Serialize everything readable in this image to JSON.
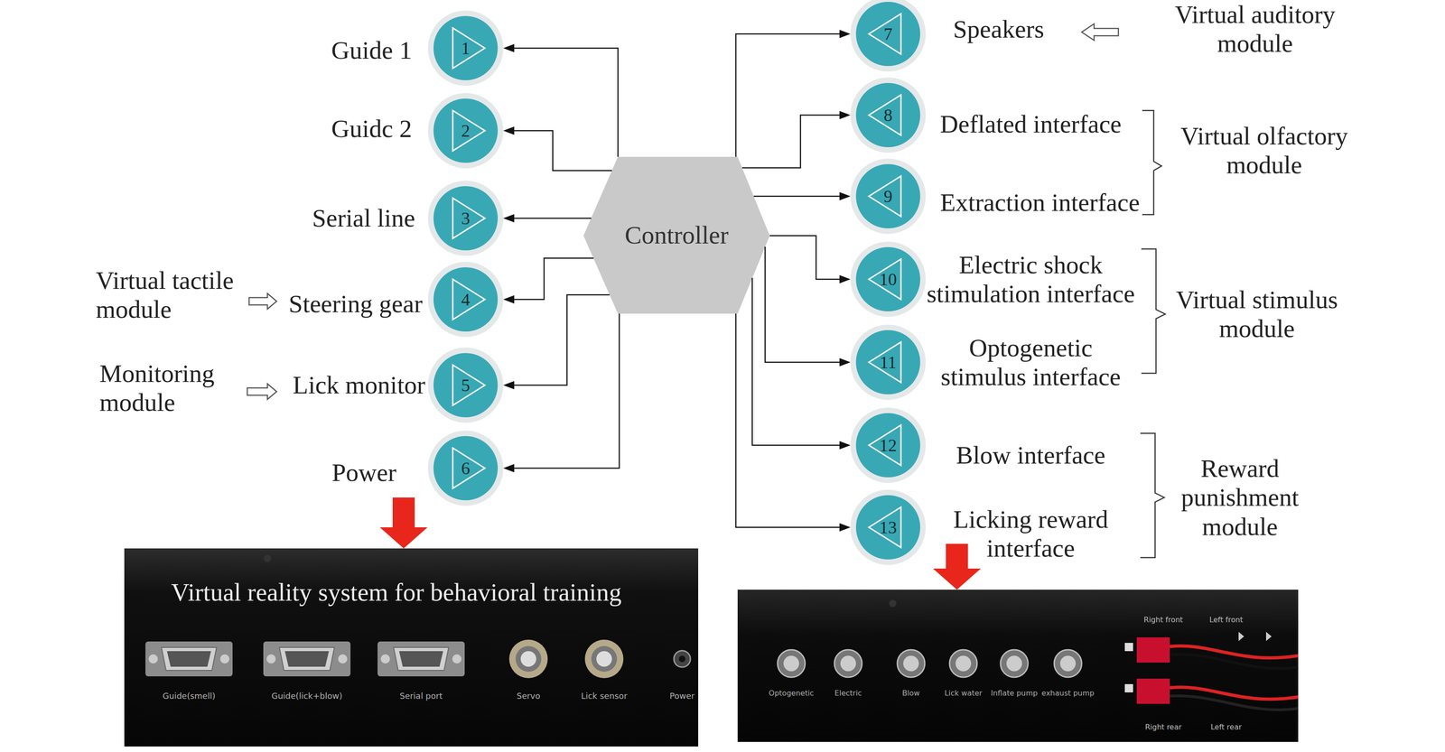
{
  "diagram": {
    "nodes": [
      {
        "text": [
          "1",
          "Guide 1"
        ]
      },
      {
        "text": [
          "2",
          "Guidc 2"
        ]
      },
      {
        "text": [
          "3",
          "Serial line"
        ]
      },
      {
        "text": [
          "4",
          "Steering gear"
        ]
      },
      {
        "text": [
          "5",
          "Lick monitor"
        ]
      },
      {
        "text": [
          "6",
          "Power"
        ]
      },
      {
        "text": [
          "Controller"
        ]
      },
      {
        "text": [
          "7",
          "Speakers"
        ]
      },
      {
        "text": [
          "8",
          "Deflated interface"
        ]
      },
      {
        "text": [
          "9",
          "Extraction interface"
        ]
      },
      {
        "text": [
          "10",
          "Electric shock stimulation interface"
        ]
      },
      {
        "text": [
          "11",
          "Optogenetic stimulus interface"
        ]
      },
      {
        "text": [
          "12",
          "Blow interface"
        ]
      },
      {
        "text": [
          "13",
          "Licking reward interface"
        ]
      },
      {
        "text": [
          "Virtual reality system for behavioral training",
          "Guide(smell)",
          "Guide(lick+blow)",
          "Serial port",
          "Servo",
          "Lick sensor",
          "Power"
        ]
      },
      {
        "text": [
          "Optogenetic",
          "Electric",
          "Blow",
          "Lick water",
          "Inflate pump",
          "exhaust pump",
          "Right front",
          "Left front",
          "Right rear",
          "Left rear"
        ]
      }
    ],
    "edges": [
      {
        "from": 6,
        "to": 0,
        "arrow": "to"
      },
      {
        "from": 6,
        "to": 1,
        "arrow": "to"
      },
      {
        "from": 6,
        "to": 2,
        "arrow": "to"
      },
      {
        "from": 6,
        "to": 3,
        "arrow": "to"
      },
      {
        "from": 6,
        "to": 4,
        "arrow": "to"
      },
      {
        "from": 6,
        "to": 5,
        "arrow": "to"
      },
      {
        "from": 6,
        "to": 7,
        "arrow": "to"
      },
      {
        "from": 6,
        "to": 8,
        "arrow": "to"
      },
      {
        "from": 6,
        "to": 9,
        "arrow": "to"
      },
      {
        "from": 6,
        "to": 10,
        "arrow": "to"
      },
      {
        "from": 6,
        "to": 11,
        "arrow": "to"
      },
      {
        "from": 6,
        "to": 12,
        "arrow": "to"
      },
      {
        "from": 6,
        "to": 13,
        "arrow": "to"
      },
      {
        "from": 5,
        "to": 14,
        "arrow": "to"
      },
      {
        "from": 13,
        "to": 15,
        "arrow": "to"
      }
    ],
    "labels": [
      "Virtual auditory module",
      "Virtual olfactory module",
      "Virtual tactile module",
      "Virtual stimulus module",
      "Monitoring module",
      "Reward punishment module"
    ]
  }
}
